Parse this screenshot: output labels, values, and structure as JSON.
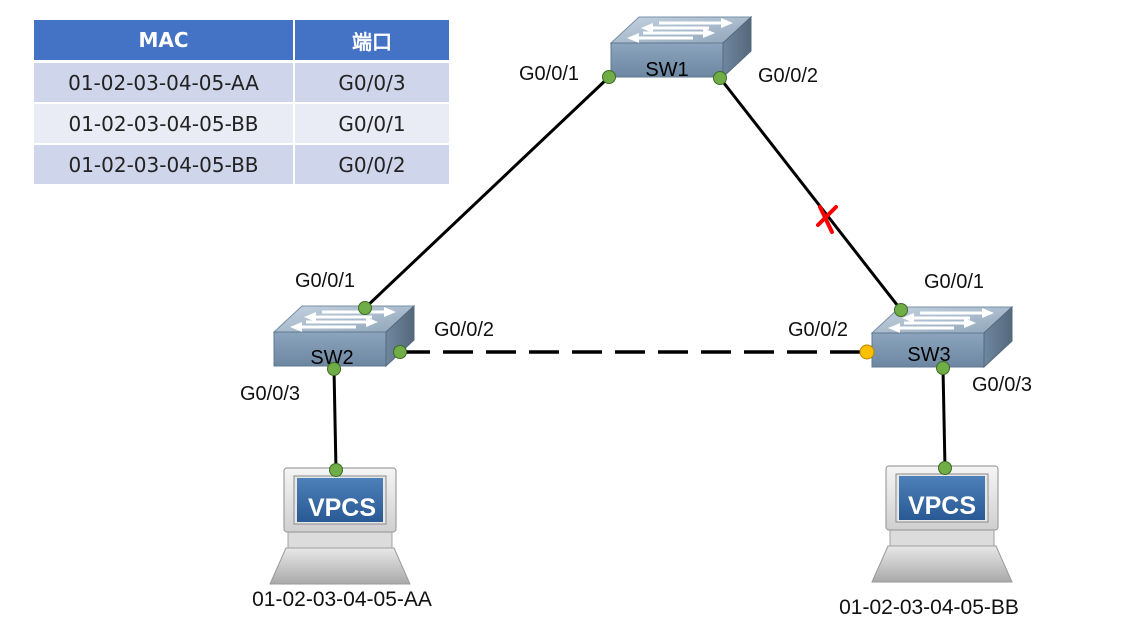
{
  "mac_table": {
    "headers": [
      "MAC",
      "端口"
    ],
    "rows": [
      {
        "mac": "01-02-03-04-05-AA",
        "port": "G0/0/3"
      },
      {
        "mac": "01-02-03-04-05-BB",
        "port": "G0/0/1"
      },
      {
        "mac": "01-02-03-04-05-BB",
        "port": "G0/0/2"
      }
    ]
  },
  "switches": {
    "sw1": {
      "label": "SW1",
      "port_left": "G0/0/1",
      "port_right": "G0/0/2"
    },
    "sw2": {
      "label": "SW2",
      "port_top": "G0/0/1",
      "port_right": "G0/0/2",
      "port_bottom": "G0/0/3"
    },
    "sw3": {
      "label": "SW3",
      "port_top": "G0/0/1",
      "port_left": "G0/0/2",
      "port_bottom": "G0/0/3"
    }
  },
  "hosts": {
    "pc1": {
      "screen_text": "VPCS",
      "mac": "01-02-03-04-05-AA"
    },
    "pc2": {
      "screen_text": "VPCS",
      "mac": "01-02-03-04-05-BB"
    }
  },
  "colors": {
    "table_header": "#4472c4",
    "port_up": "#70ad47",
    "port_blocked": "#ffc000",
    "link_failure_mark": "#ff0000"
  }
}
